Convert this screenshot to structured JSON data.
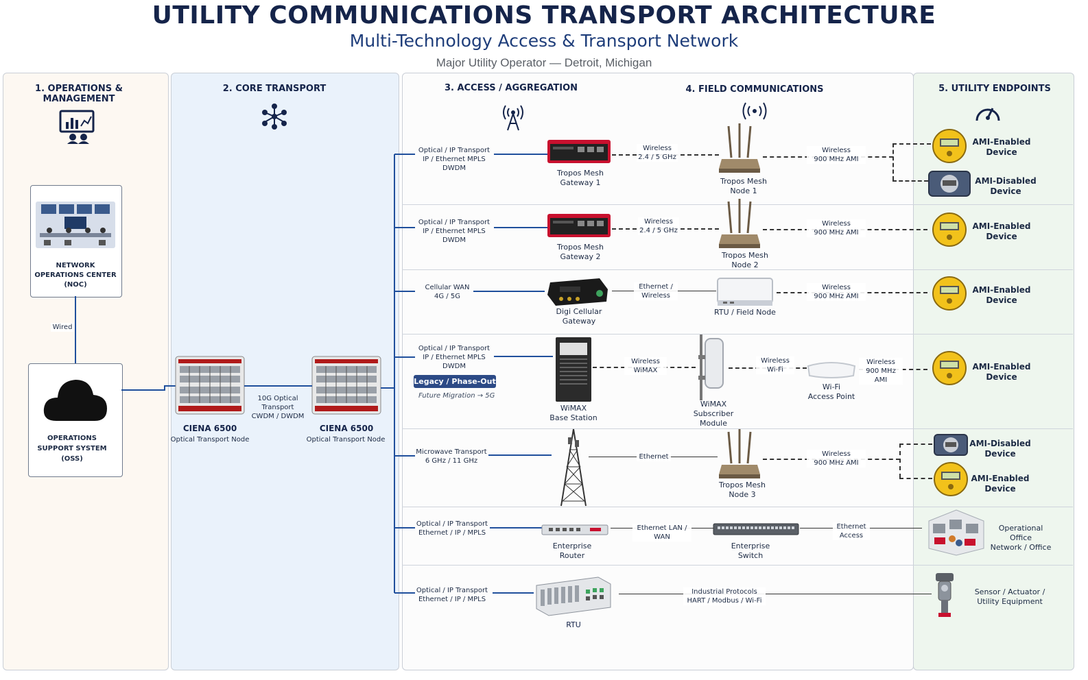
{
  "header": {
    "title": "UTILITY COMMUNICATIONS TRANSPORT ARCHITECTURE",
    "subtitle": "Multi-Technology Access & Transport Network",
    "location": "Major Utility Operator — Detroit, Michigan"
  },
  "sections": {
    "ops": "1. OPERATIONS & MANAGEMENT",
    "core": "2. CORE TRANSPORT",
    "access": "3. ACCESS / AGGREGATION",
    "field": "4. FIELD COMMUNICATIONS",
    "endpoints": "5. UTILITY ENDPOINTS"
  },
  "ops": {
    "noc_line1": "NETWORK",
    "noc_line2": "OPERATIONS CENTER",
    "noc_line3": "(NOC)",
    "wired": "Wired",
    "oss_line1": "OPERATIONS",
    "oss_line2": "SUPPORT SYSTEM",
    "oss_line3": "(OSS)"
  },
  "core": {
    "node1_name": "CIENA 6500",
    "node1_sub": "Optical Transport Node",
    "node2_name": "CIENA 6500",
    "node2_sub": "Optical Transport Node",
    "link_line1": "10G Optical Transport",
    "link_line2": "CWDM / DWDM"
  },
  "rows": {
    "r1": {
      "uplink": [
        "Optical / IP Transport",
        "IP / Ethernet MPLS",
        "DWDM"
      ],
      "gw": [
        "Tropos Mesh",
        "Gateway 1"
      ],
      "link2": [
        "Wireless",
        "2.4 / 5 GHz"
      ],
      "field": [
        "Tropos Mesh",
        "Node 1"
      ],
      "link3": [
        "Wireless",
        "900 MHz AMI"
      ],
      "ep1": [
        "AMI-Enabled",
        "Device"
      ],
      "ep2": [
        "AMI-Disabled",
        "Device"
      ]
    },
    "r2": {
      "uplink": [
        "Optical / IP Transport",
        "IP / Ethernet MPLS",
        "DWDM"
      ],
      "gw": [
        "Tropos Mesh",
        "Gateway 2"
      ],
      "link2": [
        "Wireless",
        "2.4 / 5 GHz"
      ],
      "field": [
        "Tropos Mesh",
        "Node 2"
      ],
      "link3": [
        "Wireless",
        "900 MHz AMI"
      ],
      "ep1": [
        "AMI-Enabled",
        "Device"
      ]
    },
    "r3": {
      "uplink": [
        "Cellular WAN",
        "4G / 5G"
      ],
      "gw": [
        "Digi Cellular",
        "Gateway"
      ],
      "link2": [
        "Ethernet /",
        "Wireless"
      ],
      "field": [
        "RTU / Field Node"
      ],
      "link3": [
        "Wireless",
        "900 MHz AMI"
      ],
      "ep1": [
        "AMI-Enabled",
        "Device"
      ]
    },
    "r4": {
      "uplink": [
        "Optical / IP Transport",
        "IP / Ethernet MPLS",
        "DWDM"
      ],
      "legacy": "Legacy / Phase-Out",
      "future": "Future Migration → 5G",
      "gw": [
        "WiMAX",
        "Base Station"
      ],
      "link2": [
        "Wireless",
        "WiMAX"
      ],
      "field": [
        "WiMAX",
        "Subscriber",
        "Module"
      ],
      "link3": [
        "Wireless",
        "Wi-Fi"
      ],
      "ap": [
        "Wi-Fi",
        "Access Point"
      ],
      "link4": [
        "Wireless",
        "900 MHz AMI"
      ],
      "ep1": [
        "AMI-Enabled",
        "Device"
      ]
    },
    "r5": {
      "uplink": [
        "Microwave Transport",
        "6 GHz / 11 GHz"
      ],
      "link2": [
        "Ethernet"
      ],
      "field": [
        "Tropos Mesh",
        "Node 3"
      ],
      "link3": [
        "Wireless",
        "900 MHz AMI"
      ],
      "ep1": [
        "AMI-Disabled",
        "Device"
      ],
      "ep2": [
        "AMI-Enabled",
        "Device"
      ]
    },
    "r6": {
      "uplink": [
        "Optical / IP Transport",
        "Ethernet / IP / MPLS"
      ],
      "gw": [
        "Enterprise",
        "Router"
      ],
      "link2": [
        "Ethernet LAN / WAN"
      ],
      "field": [
        "Enterprise",
        "Switch"
      ],
      "link3": [
        "Ethernet",
        "Access"
      ],
      "ep1": [
        "Operational Office",
        "Network / Office"
      ]
    },
    "r7": {
      "uplink": [
        "Optical / IP Transport",
        "Ethernet / IP / MPLS"
      ],
      "gw": [
        "RTU"
      ],
      "link2": [
        "Industrial Protocols",
        "HART / Modbus / Wi-Fi"
      ],
      "ep1": [
        "Sensor / Actuator /",
        "Utility Equipment"
      ]
    }
  },
  "colors": {
    "navy": "#15244a",
    "link_blue": "#1f4f9c",
    "meter_yellow": "#f2c21b",
    "legacy_badge": "#2c4a86"
  }
}
